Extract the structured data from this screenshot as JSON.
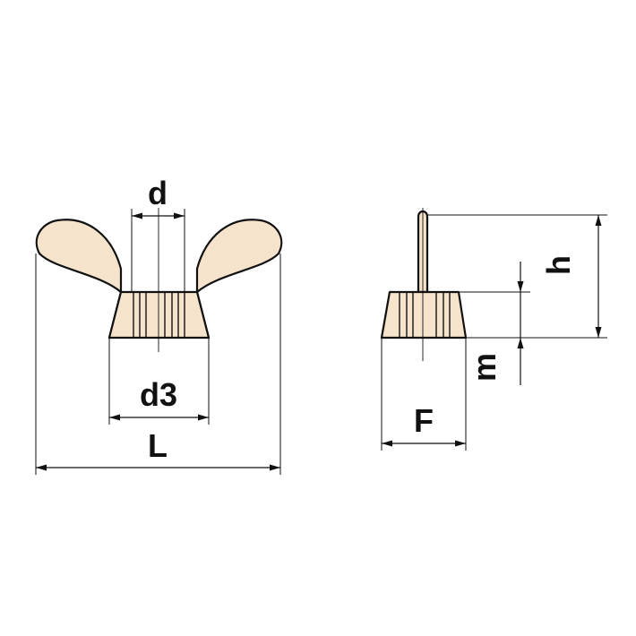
{
  "colors": {
    "body_fill": "#f5e3cc",
    "stroke": "#111111",
    "background": "#ffffff"
  },
  "front_view": {
    "labels": {
      "d": "d",
      "d3": "d3",
      "L": "L"
    }
  },
  "side_view": {
    "labels": {
      "h": "h",
      "m": "m",
      "F": "F"
    }
  }
}
